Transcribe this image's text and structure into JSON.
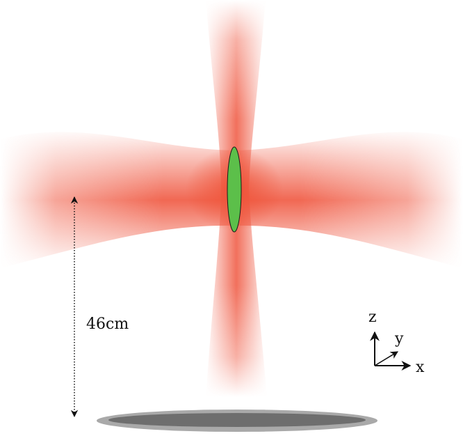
{
  "labels": {
    "distance": "46cm",
    "axis_z": "z",
    "axis_y": "y",
    "axis_x": "x"
  },
  "colors": {
    "beam": "#f0604a",
    "beam_core": "#ee4f33",
    "atom_cloud": "#5cbf4a",
    "surface_light": "#a9a9a9",
    "surface_dark": "#6e6e6e",
    "ink": "#111111"
  },
  "icons": {
    "axes": "coordinate-axes-icon",
    "distance": "double-arrow-dotted-icon"
  }
}
